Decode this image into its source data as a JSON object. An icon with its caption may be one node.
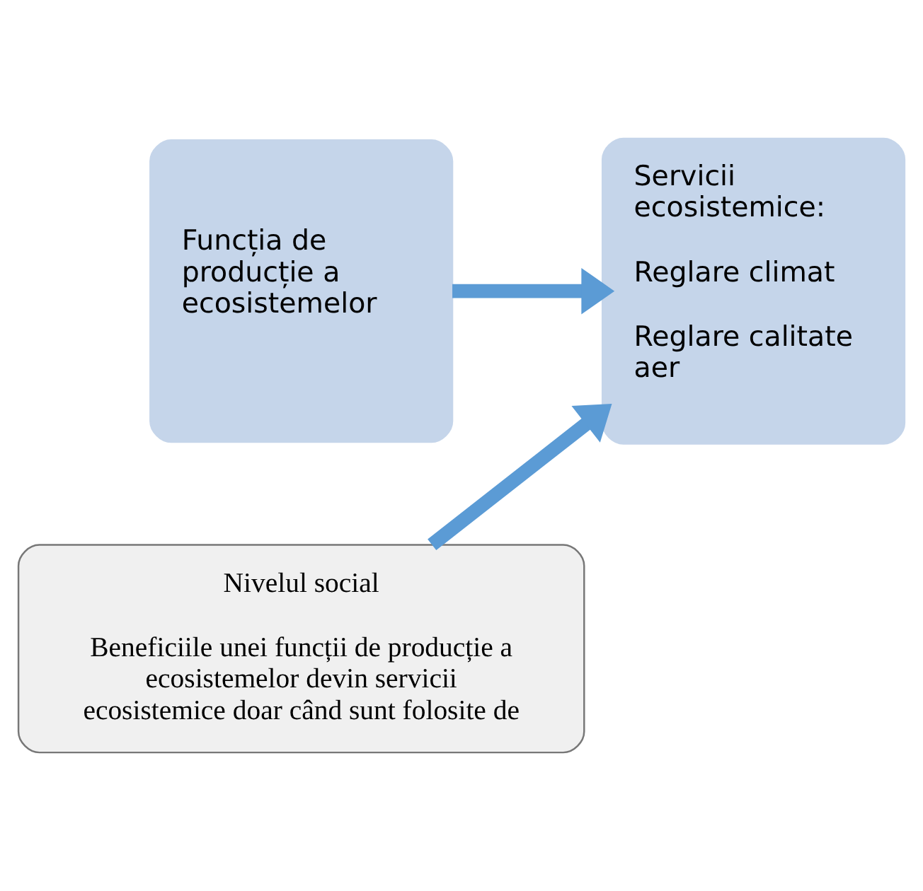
{
  "diagram": {
    "nodes": [
      {
        "text": [
          "Funcția de producție a ecosistemelor"
        ]
      },
      {
        "text": [
          "Servicii ecosistemice:",
          "Reglare climat",
          "Reglare calitate aer"
        ]
      },
      {
        "text": [
          "Nivelul social",
          "Beneficiile unei funcții de producție a ecosistemelor devin servicii ecosistemice doar când sunt folosite de"
        ]
      }
    ],
    "edges": [
      {
        "from": 0,
        "to": 1,
        "arrow": "to"
      },
      {
        "from": 2,
        "to": 1,
        "arrow": "to"
      }
    ]
  }
}
